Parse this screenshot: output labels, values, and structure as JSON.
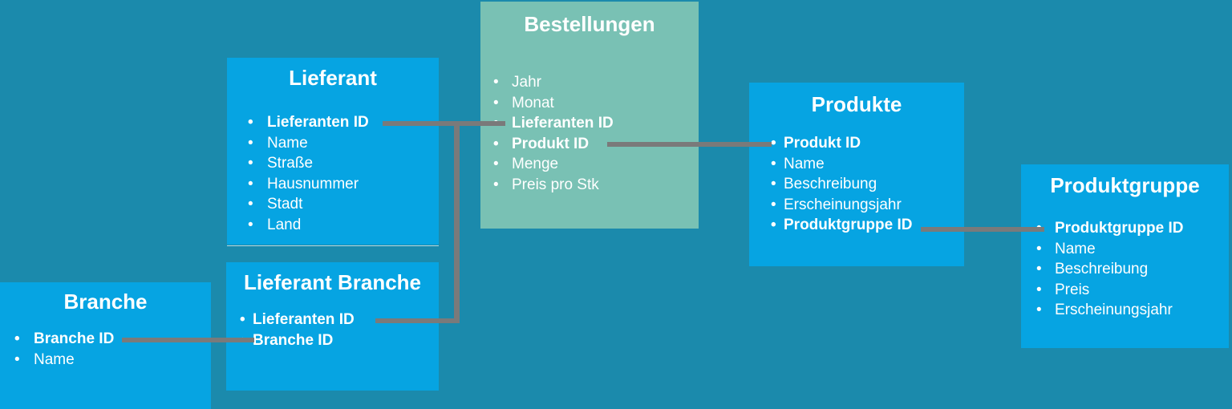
{
  "colors": {
    "background": "#1B8AAC",
    "entity_fill": "#06A4E2",
    "fact_entity_fill": "#79C1B4",
    "connector": "#7A7A7A",
    "text": "#FFFFFF"
  },
  "entities": [
    {
      "id": "branche",
      "title": "Branche",
      "fields": [
        {
          "label": "Branche ID",
          "key": true
        },
        {
          "label": "Name",
          "key": false
        }
      ]
    },
    {
      "id": "lieferant",
      "title": "Lieferant",
      "fields": [
        {
          "label": "Lieferanten ID",
          "key": true
        },
        {
          "label": "Name",
          "key": false
        },
        {
          "label": "Straße",
          "key": false
        },
        {
          "label": "Hausnummer",
          "key": false
        },
        {
          "label": "Stadt",
          "key": false
        },
        {
          "label": "Land",
          "key": false
        }
      ]
    },
    {
      "id": "lieferant_branche",
      "title": "Lieferant Branche",
      "fields": [
        {
          "label": "Lieferanten ID",
          "key": true
        },
        {
          "label": "Branche ID",
          "key": true
        }
      ]
    },
    {
      "id": "bestellungen",
      "title": "Bestellungen",
      "fields": [
        {
          "label": "Jahr",
          "key": false
        },
        {
          "label": "Monat",
          "key": false
        },
        {
          "label": "Lieferanten ID",
          "key": true
        },
        {
          "label": "Produkt ID",
          "key": true
        },
        {
          "label": "Menge",
          "key": false
        },
        {
          "label": "Preis pro Stk",
          "key": false
        }
      ]
    },
    {
      "id": "produkte",
      "title": "Produkte",
      "fields": [
        {
          "label": "Produkt ID",
          "key": true
        },
        {
          "label": "Name",
          "key": false
        },
        {
          "label": "Beschreibung",
          "key": false
        },
        {
          "label": "Erscheinungsjahr",
          "key": false
        },
        {
          "label": "Produktgruppe ID",
          "key": true
        }
      ]
    },
    {
      "id": "produktgruppe",
      "title": "Produktgruppe",
      "fields": [
        {
          "label": "Produktgruppe ID",
          "key": true
        },
        {
          "label": "Name",
          "key": false
        },
        {
          "label": "Beschreibung",
          "key": false
        },
        {
          "label": "Preis",
          "key": false
        },
        {
          "label": "Erscheinungsjahr",
          "key": false
        }
      ]
    }
  ],
  "relationships": [
    {
      "from": "Lieferant.Lieferanten ID",
      "to": "Bestellungen.Lieferanten ID"
    },
    {
      "from": "Lieferant Branche.Lieferanten ID",
      "to": "Bestellungen.Lieferanten ID"
    },
    {
      "from": "Branche.Branche ID",
      "to": "Lieferant Branche.Branche ID"
    },
    {
      "from": "Bestellungen.Produkt ID",
      "to": "Produkte.Produkt ID"
    },
    {
      "from": "Produkte.Produktgruppe ID",
      "to": "Produktgruppe.Produktgruppe ID"
    }
  ]
}
